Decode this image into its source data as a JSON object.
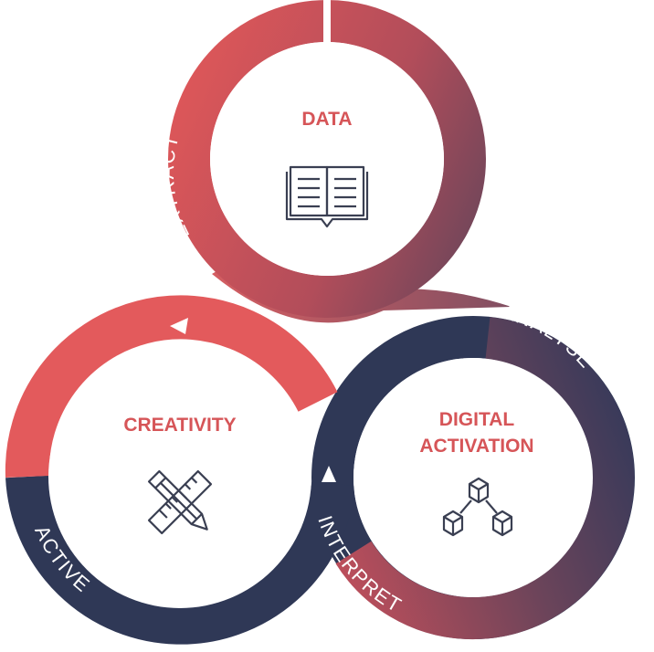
{
  "nodes": {
    "data": {
      "title": "DATA",
      "icon": "open-book-icon"
    },
    "creativity": {
      "title": "CREATIVITY",
      "icon": "pencil-ruler-icon"
    },
    "digital": {
      "title_line1": "DIGITAL",
      "title_line2": "ACTIVATION",
      "icon": "connected-cubes-icon"
    }
  },
  "ring_labels": {
    "extract": "EXTRACT",
    "analyse": "ANALYSE",
    "interpret": "INTERPRET",
    "active": "ACTIVE"
  },
  "colors": {
    "coral": "#e35a5c",
    "navy": "#2f3856",
    "title": "#d65558",
    "icon": "#3a3f52"
  }
}
